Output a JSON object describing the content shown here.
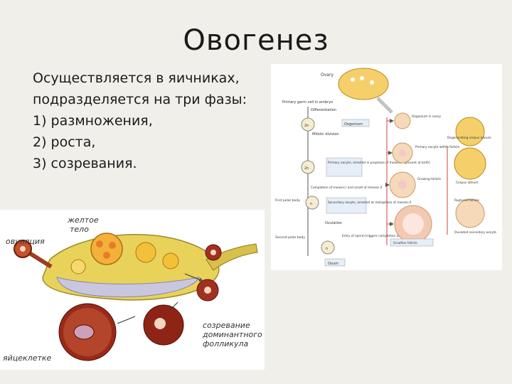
{
  "slide": {
    "title": "Овогенез",
    "lines": [
      "Осуществляется в яичниках,",
      "подразделяется на три фазы:",
      "1) размножения,",
      "2) роста,",
      "3) созревания."
    ]
  },
  "left_diagram": {
    "labels": {
      "yellow_body": "желтое",
      "yellow_body_2": "тело",
      "ovulation": "овуляция",
      "maturation_1": "созревание",
      "maturation_2": "доминантного",
      "maturation_3": "фолликула",
      "egg": "яйцеклетке"
    }
  },
  "right_diagram": {
    "labels": {
      "ovary": "Ovary",
      "primary_germ": "Primary germ cell in embryo",
      "differentiation": "Differentiation",
      "oogonium": "Oogonium",
      "oogonium_in_ovary": "Oogonium in ovary",
      "mitotic_division": "Mitotic division",
      "primary_oocyte": "Primary oocyte, arrested in prophase of meiosis I (present at birth)",
      "primary_oocyte_follicle": "Primary oocyte within follicle",
      "completion_meiosis": "Completion of meiosis I and onset of meiosis II",
      "growing_follicle": "Growing follicle",
      "degenerating": "Degenerating corpus luteum",
      "corpus_luteum": "Corpus luteum",
      "first_polar": "First polar body",
      "secondary_oocyte": "Secondary oocyte, arrested at metaphase of meiosis II",
      "ruptured": "Ruptured follicle",
      "ovulation": "Ovulation",
      "ovulated_oocyte": "Ovulated secondary oocyte",
      "graafian": "Graafian follicle",
      "second_polar": "Second polar body",
      "sperm_entry": "Entry of sperm triggers completion of meiosis II",
      "ovum": "Ovum"
    }
  }
}
